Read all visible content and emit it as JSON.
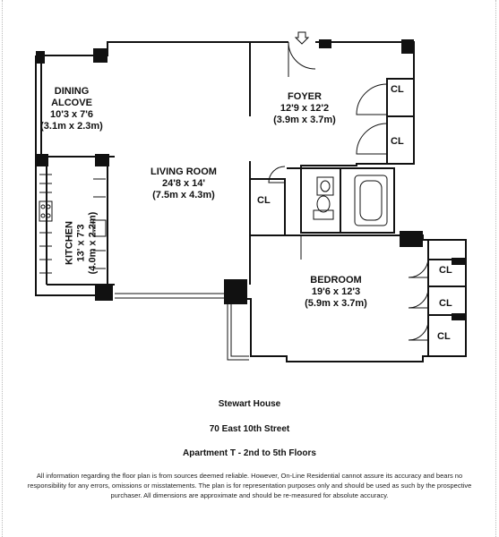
{
  "rooms": {
    "dining": {
      "name": "DINING",
      "name2": "ALCOVE",
      "dim_ft": "10'3 x 7'6",
      "dim_m": "(3.1m x 2.3m)"
    },
    "living": {
      "name": "LIVING ROOM",
      "dim_ft": "24'8 x 14'",
      "dim_m": "(7.5m x 4.3m)"
    },
    "foyer": {
      "name": "FOYER",
      "dim_ft": "12'9 x 12'2",
      "dim_m": "(3.9m x 3.7m)"
    },
    "kitchen": {
      "name": "KITCHEN",
      "dim_ft": "13' x 7'3",
      "dim_m": "(4.0m x 2.2m)"
    },
    "bedroom": {
      "name": "BEDROOM",
      "dim_ft": "19'6 x 12'3",
      "dim_m": "(5.9m x 3.7m)"
    }
  },
  "closets": [
    "CL",
    "CL",
    "CL",
    "CL",
    "CL",
    "CL"
  ],
  "building": {
    "name": "Stewart House",
    "address": "70 East 10th Street",
    "unit": "Apartment T - 2nd to 5th Floors"
  },
  "disclaimer": "All information regarding the floor plan is from sources deemed reliable. However, On-Line Residential cannot assure its accuracy and bears no responsibility for any errors, omissions or misstatements. The plan is for representation purposes only and should be used as such by the prospective purchaser. All dimensions are approximate and should be re-measured for absolute accuracy."
}
